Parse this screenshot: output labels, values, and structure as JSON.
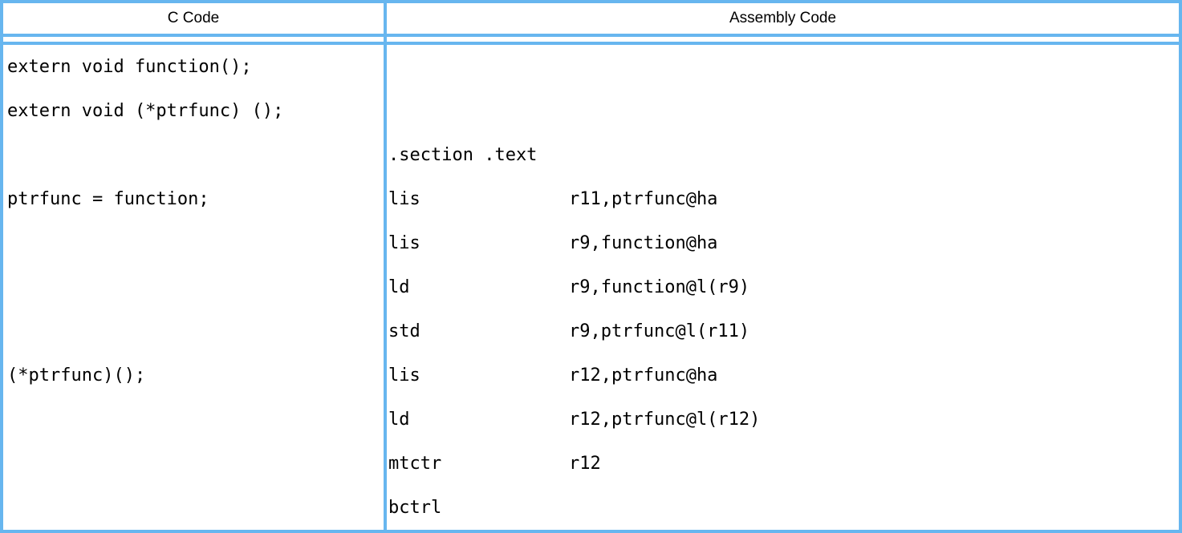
{
  "colors": {
    "border": "#67b6ef",
    "background": "#ffffff",
    "text": "#000000"
  },
  "table": {
    "headers": {
      "c": "C Code",
      "asm": "Assembly Code"
    },
    "rows": [
      {
        "c": "extern void function();",
        "mn": "",
        "op": ""
      },
      {
        "c": "extern void (*ptrfunc) ();",
        "mn": "",
        "op": ""
      },
      {
        "c": "",
        "mn": ".section .text",
        "op": ""
      },
      {
        "c": "ptrfunc = function;",
        "mn": "lis",
        "op": "r11,ptrfunc@ha"
      },
      {
        "c": "",
        "mn": "lis",
        "op": "r9,function@ha"
      },
      {
        "c": "",
        "mn": "ld",
        "op": "r9,function@l(r9)"
      },
      {
        "c": "",
        "mn": "std",
        "op": "r9,ptrfunc@l(r11)"
      },
      {
        "c": "(*ptrfunc)();",
        "mn": "lis",
        "op": "r12,ptrfunc@ha"
      },
      {
        "c": "",
        "mn": "ld",
        "op": "r12,ptrfunc@l(r12)"
      },
      {
        "c": "",
        "mn": "mtctr",
        "op": "r12"
      },
      {
        "c": "",
        "mn": "bctrl",
        "op": ""
      }
    ]
  }
}
